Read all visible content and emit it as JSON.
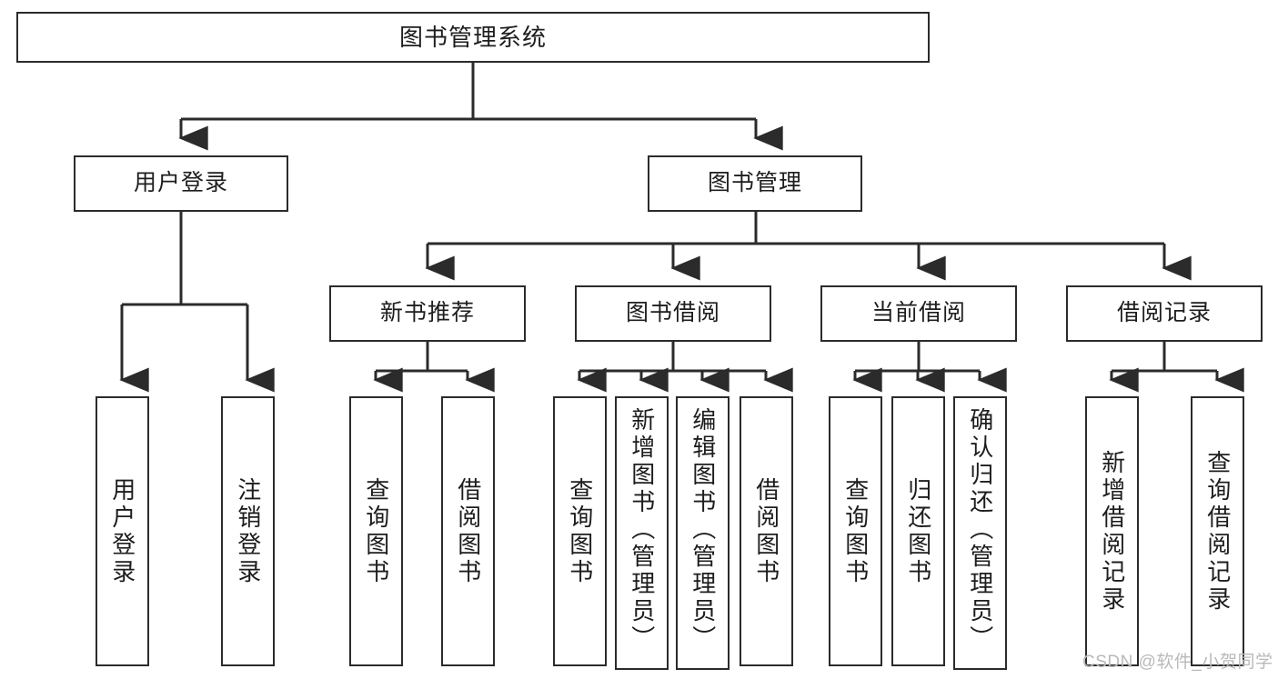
{
  "diagram": {
    "title": "图书管理系统",
    "type": "hierarchy-tree",
    "watermark": "CSDN @软件_小贺同学",
    "colors": {
      "border": "#2b2b2b",
      "background": "#ffffff",
      "text": "#1d1d1d",
      "watermark": "#b9b9b9"
    },
    "nodes": {
      "root": {
        "label": "图书管理系统",
        "level": 1
      },
      "level2": [
        {
          "label": "用户登录",
          "level": 2
        },
        {
          "label": "图书管理",
          "level": 2
        }
      ],
      "level3": [
        {
          "label": "新书推荐",
          "level": 3
        },
        {
          "label": "图书借阅",
          "level": 3
        },
        {
          "label": "当前借阅",
          "level": 3
        },
        {
          "label": "借阅记录",
          "level": 3
        }
      ],
      "leaves": {
        "user_login": [
          {
            "label": "用户登录"
          },
          {
            "label": "注销登录"
          }
        ],
        "new_book": [
          {
            "label": "查询图书"
          },
          {
            "label": "借阅图书"
          }
        ],
        "book_borrow": [
          {
            "label": "查询图书"
          },
          {
            "label": "新增图书（管理员）"
          },
          {
            "label": "编辑图书（管理员）"
          },
          {
            "label": "借阅图书"
          }
        ],
        "current_borrow": [
          {
            "label": "查询图书"
          },
          {
            "label": "归还图书"
          },
          {
            "label": "确认归还（管理员）"
          }
        ],
        "borrow_record": [
          {
            "label": "新增借阅记录"
          },
          {
            "label": "查询借阅记录"
          }
        ]
      }
    }
  }
}
